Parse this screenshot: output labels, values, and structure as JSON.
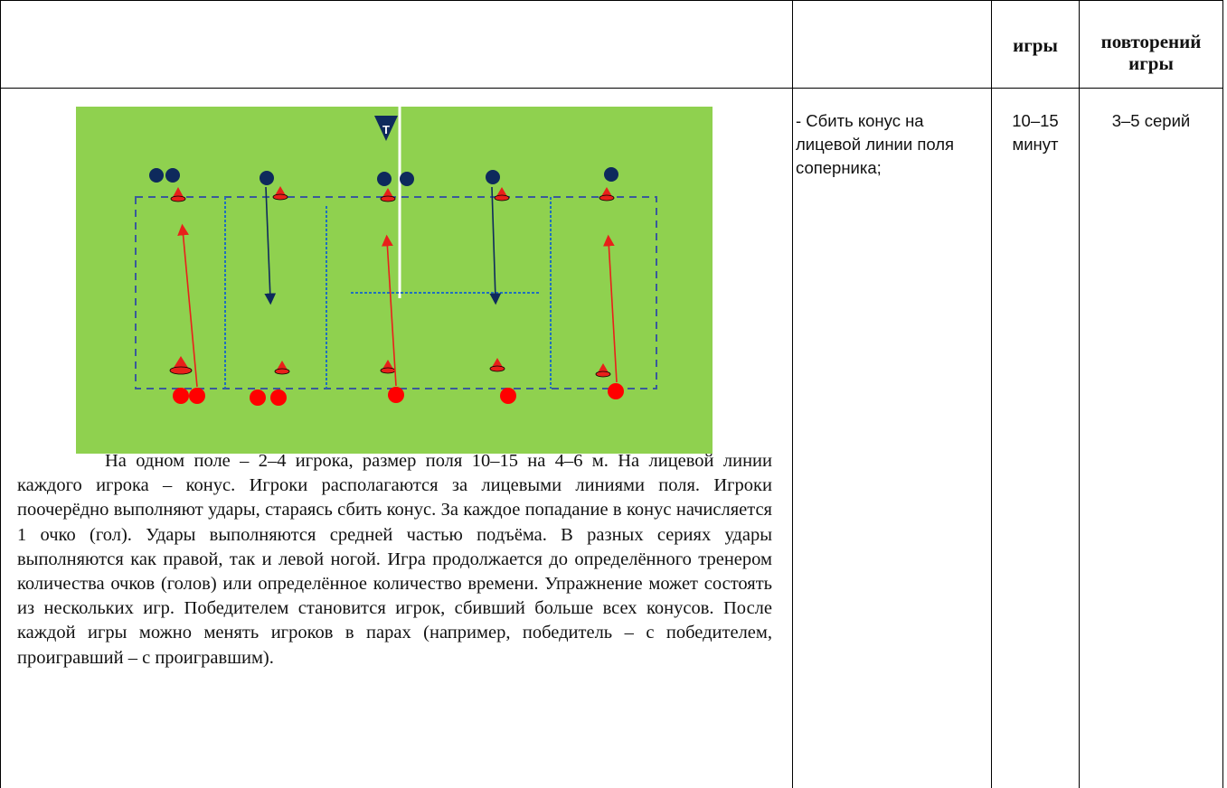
{
  "table": {
    "headers": {
      "col1": "",
      "col2": "",
      "col3": "игры",
      "col4": "повторений игры"
    },
    "row": {
      "description": "На одном поле – 2–4 игрока, размер поля 10–15 на 4–6 м. На лицевой линии каждого игрока – конус. Игроки располагаются за лицевыми линиями поля. Игроки поочерёдно выполняют удары, стараясь сбить конус. За каждое попадание в конус начисляется 1 очко (гол). Удары выполняются средней частью подъёма. В разных сериях удары выполняются как правой, так и левой ногой. Игра продолжается до определённого тренером количества очков (голов) или определённое количество времени. Упражнение может состоять из нескольких игр. Победителем становится игрок, сбивший больше всех конусов. После каждой игры можно менять игроков в парах (например, победитель – с победителем, проигравший – с проигравшим).",
      "goal": "- Сбить конус на лицевой линии поля соперника;",
      "duration": "10–15 минут",
      "repetitions": "3–5 серий"
    }
  },
  "diagram": {
    "coach_label": "T",
    "colors": {
      "field": "#8fd14f",
      "cone": "#e8201a",
      "red_player": "#ff0000",
      "blue_player": "#0e2a5c",
      "dash_line": "#3a5a9a",
      "divider_line": "#1f6fbf",
      "white_line": "#ffffff"
    },
    "icons": {
      "coach": "coach-triangle-icon",
      "cone": "cone-icon",
      "player": "player-dot-icon"
    }
  }
}
